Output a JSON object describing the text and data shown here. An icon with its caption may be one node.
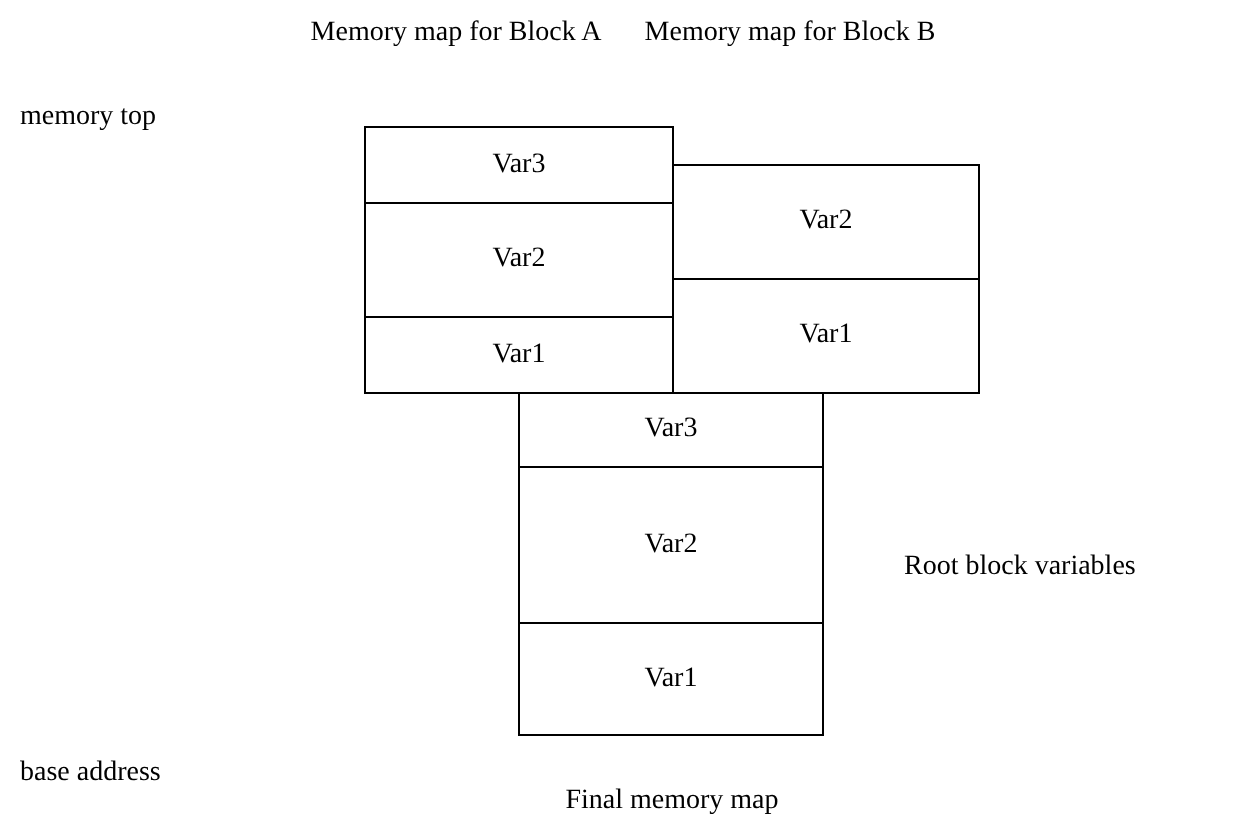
{
  "diagram": {
    "nodes": [
      {
        "text": [
          "Var3"
        ]
      },
      {
        "text": [
          "Var2"
        ]
      },
      {
        "text": [
          "Var1"
        ]
      },
      {
        "text": [
          "Var2"
        ]
      },
      {
        "text": [
          "Var1"
        ]
      },
      {
        "text": [
          "Var3"
        ]
      },
      {
        "text": [
          "Var2"
        ]
      },
      {
        "text": [
          "Var1"
        ]
      }
    ],
    "labels": [
      "Memory map for Block A",
      "Memory map for Block B",
      "memory top",
      "Root block variables",
      "base address",
      "Final memory map"
    ]
  }
}
